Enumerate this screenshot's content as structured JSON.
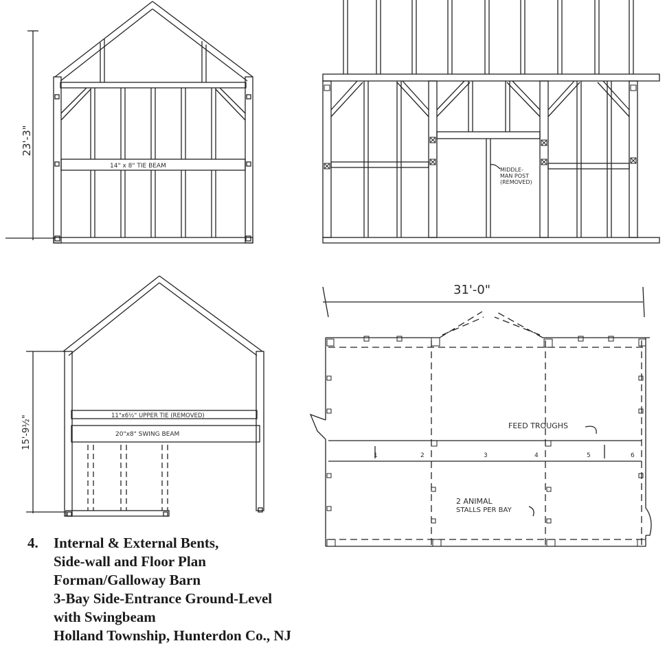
{
  "drawings": {
    "bent_internal": {
      "height_dim": "23'-3\"",
      "tie_beam_label": "14\" x 8\" TIE BEAM"
    },
    "side_wall": {
      "note": [
        "MIDDLE-",
        "MAN POST",
        "(REMOVED)"
      ]
    },
    "bent_external": {
      "height_dim": "15'-9½\"",
      "upper_tie_label": "11\"x6½\" UPPER TIE (REMOVED)",
      "swing_beam_label": "20\"x8\" SWING BEAM"
    },
    "floor_plan": {
      "width_dim": "31'-0\"",
      "feed_troughs": "FEED TROUGHS",
      "stalls_note": [
        "2 ANIMAL",
        "STALLS PER BAY"
      ],
      "stall_numbers": [
        "1",
        "2",
        "3",
        "4",
        "5",
        "6"
      ]
    }
  },
  "caption": {
    "number": "4.",
    "lines": [
      "Internal & External Bents,",
      "Side-wall and Floor Plan",
      "Forman/Galloway Barn",
      "3-Bay Side-Entrance Ground-Level",
      "with Swingbeam",
      "Holland Township, Hunterdon Co., NJ"
    ]
  }
}
